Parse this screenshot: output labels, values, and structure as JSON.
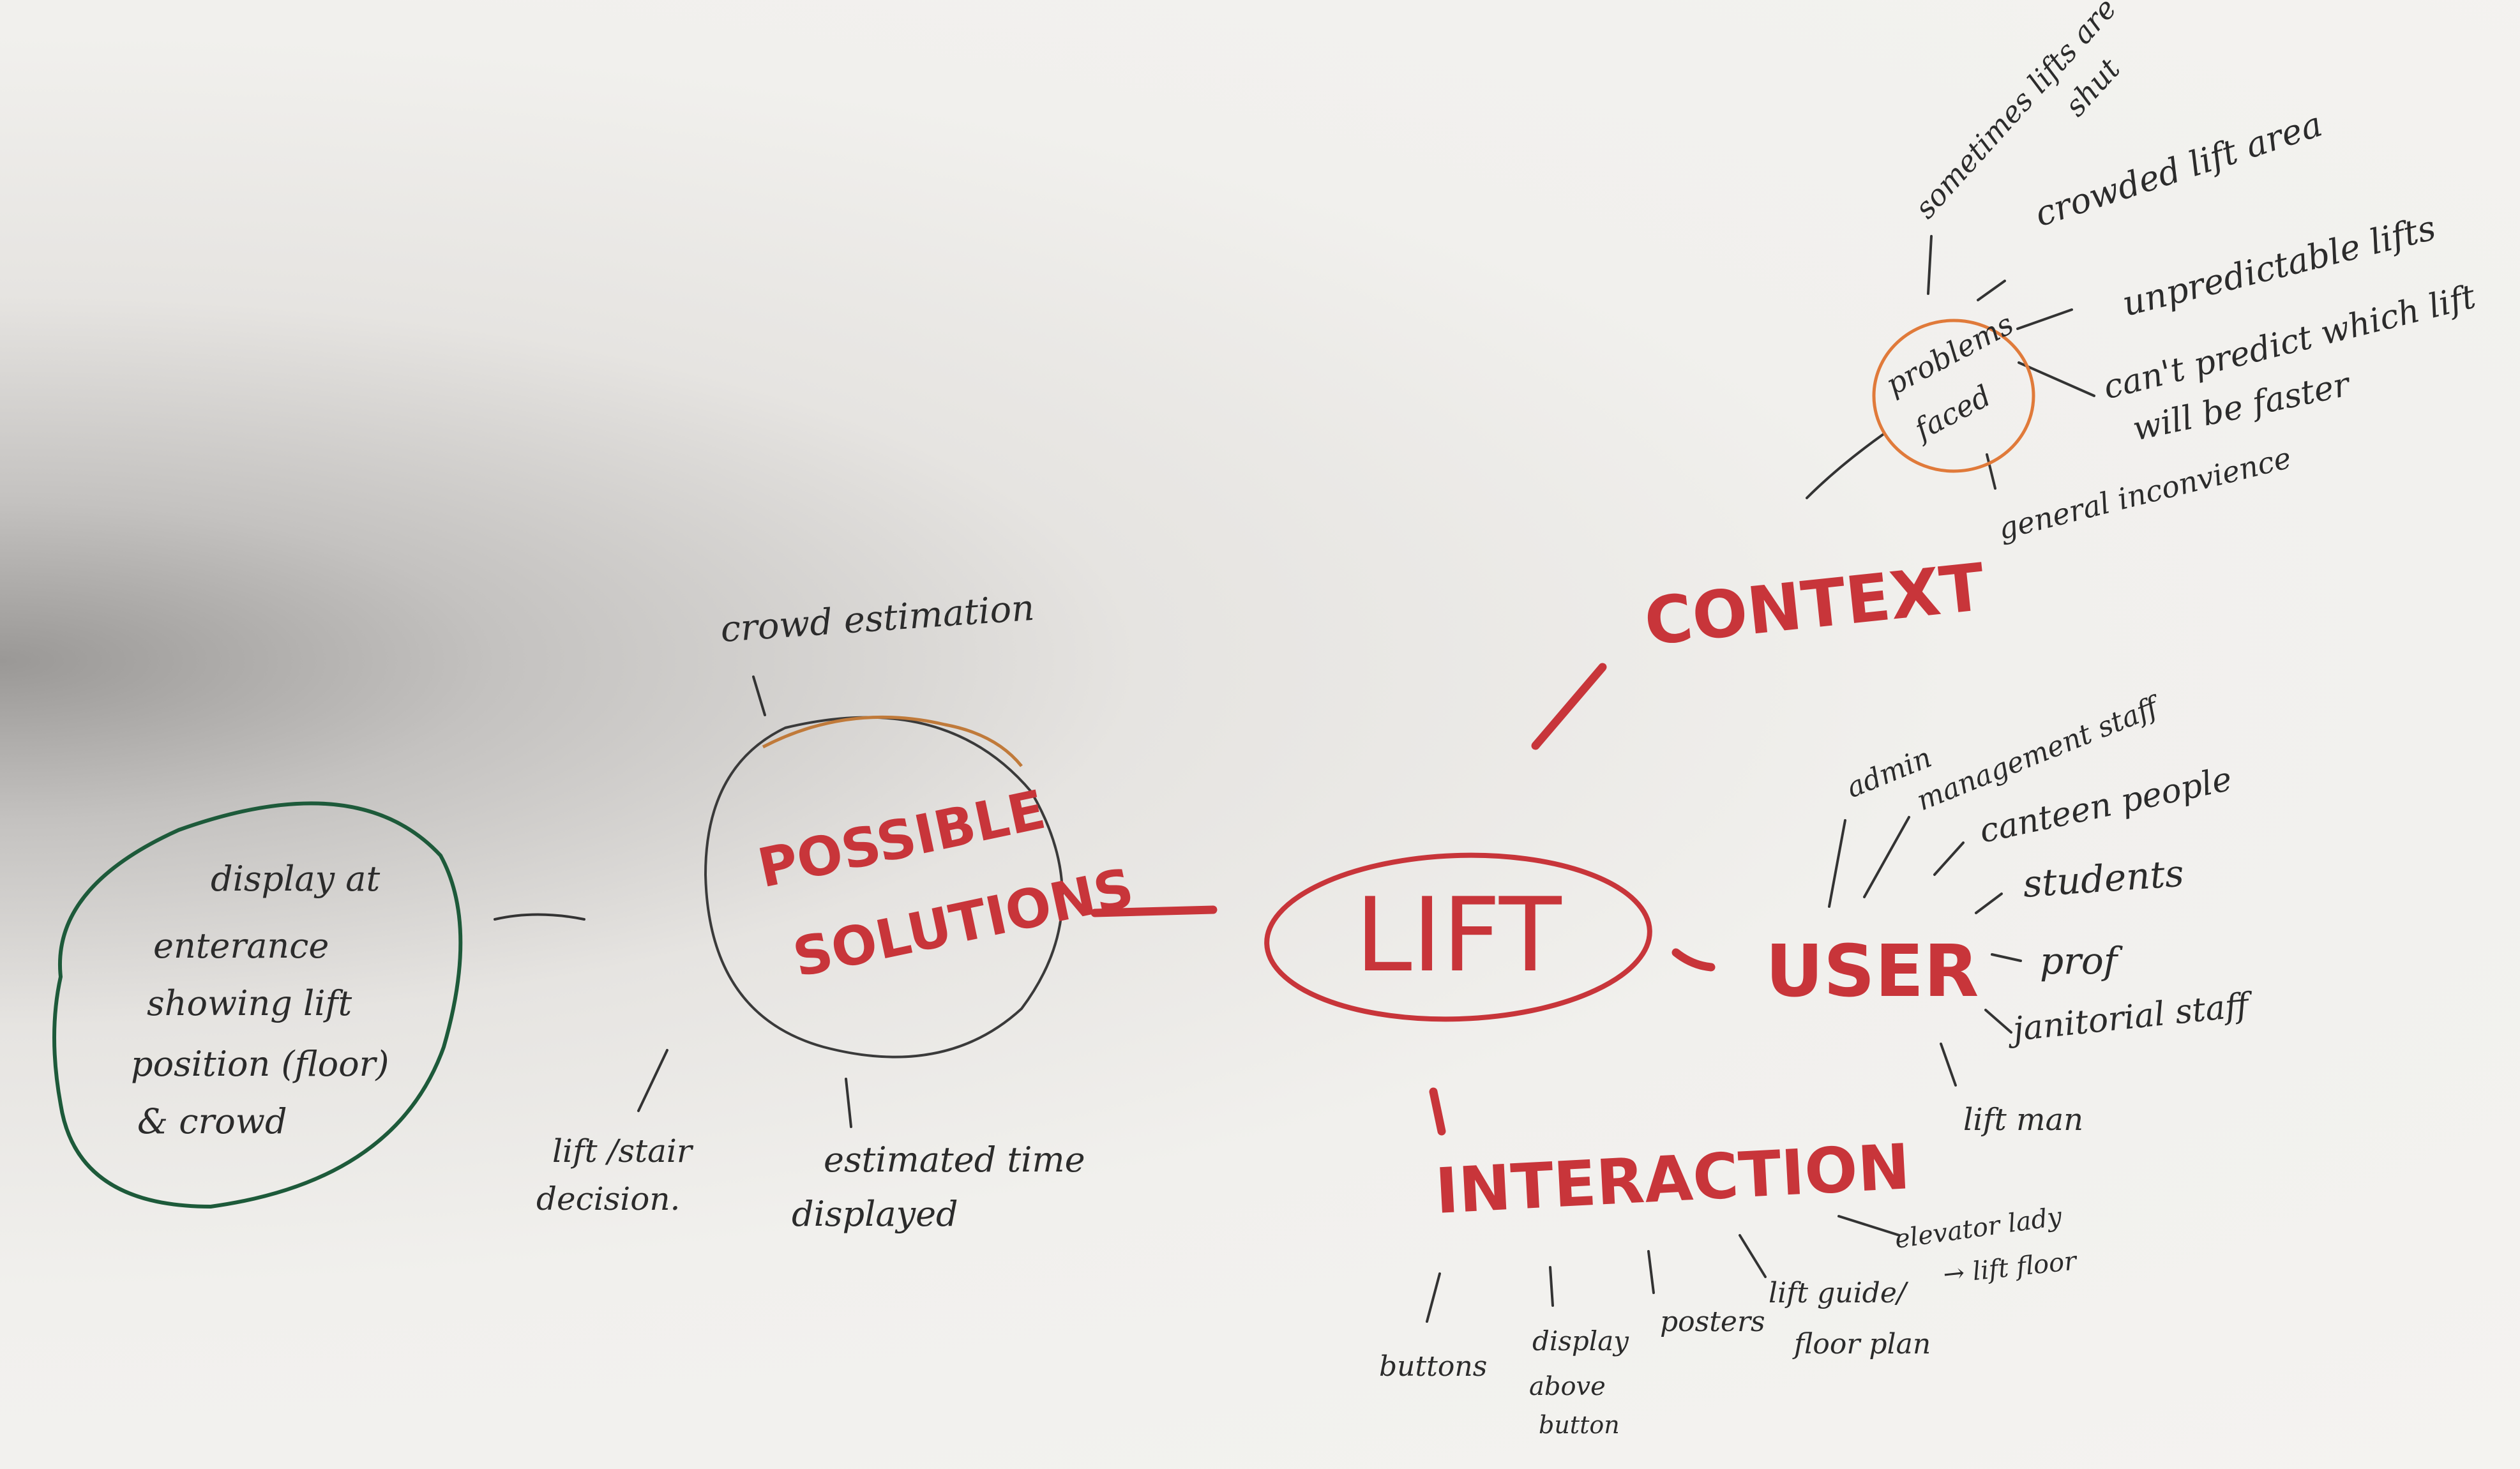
{
  "colors": {
    "accent_red": "#c8353a",
    "orange": "#e07a3a",
    "green": "#1d5a3a",
    "ink": "#2b2b2b",
    "paper": "#f2f1ee"
  },
  "center": "LIFT",
  "context": {
    "label": "CONTEXT",
    "problems_hub": [
      "problems",
      "faced"
    ],
    "problems": [
      [
        "sometimes lifts are",
        "shut"
      ],
      [
        "crowded lift area"
      ],
      [
        "unpredictable lifts"
      ],
      [
        "can't predict which lift",
        "will be faster"
      ],
      [
        "general inconvience"
      ]
    ]
  },
  "user": {
    "label": "USER",
    "items": [
      "admin",
      "management staff",
      "canteen people",
      "students",
      "prof",
      "janitorial staff",
      "lift man"
    ]
  },
  "interaction": {
    "label": "INTERACTION",
    "items": [
      [
        "buttons"
      ],
      [
        "display",
        "above",
        "button"
      ],
      [
        "posters"
      ],
      [
        "lift guide/",
        "floor plan"
      ],
      [
        "elevator lady",
        "→ lift floor"
      ]
    ]
  },
  "solutions": {
    "label": [
      "POSSIBLE",
      "SOLUTIONS"
    ],
    "items": [
      [
        "crowd estimation"
      ],
      [
        "lift /stair",
        "decision."
      ],
      [
        "estimated time",
        "displayed"
      ]
    ],
    "idea": [
      "display at",
      "enterance",
      "showing lift",
      "position (floor)",
      "& crowd"
    ]
  }
}
